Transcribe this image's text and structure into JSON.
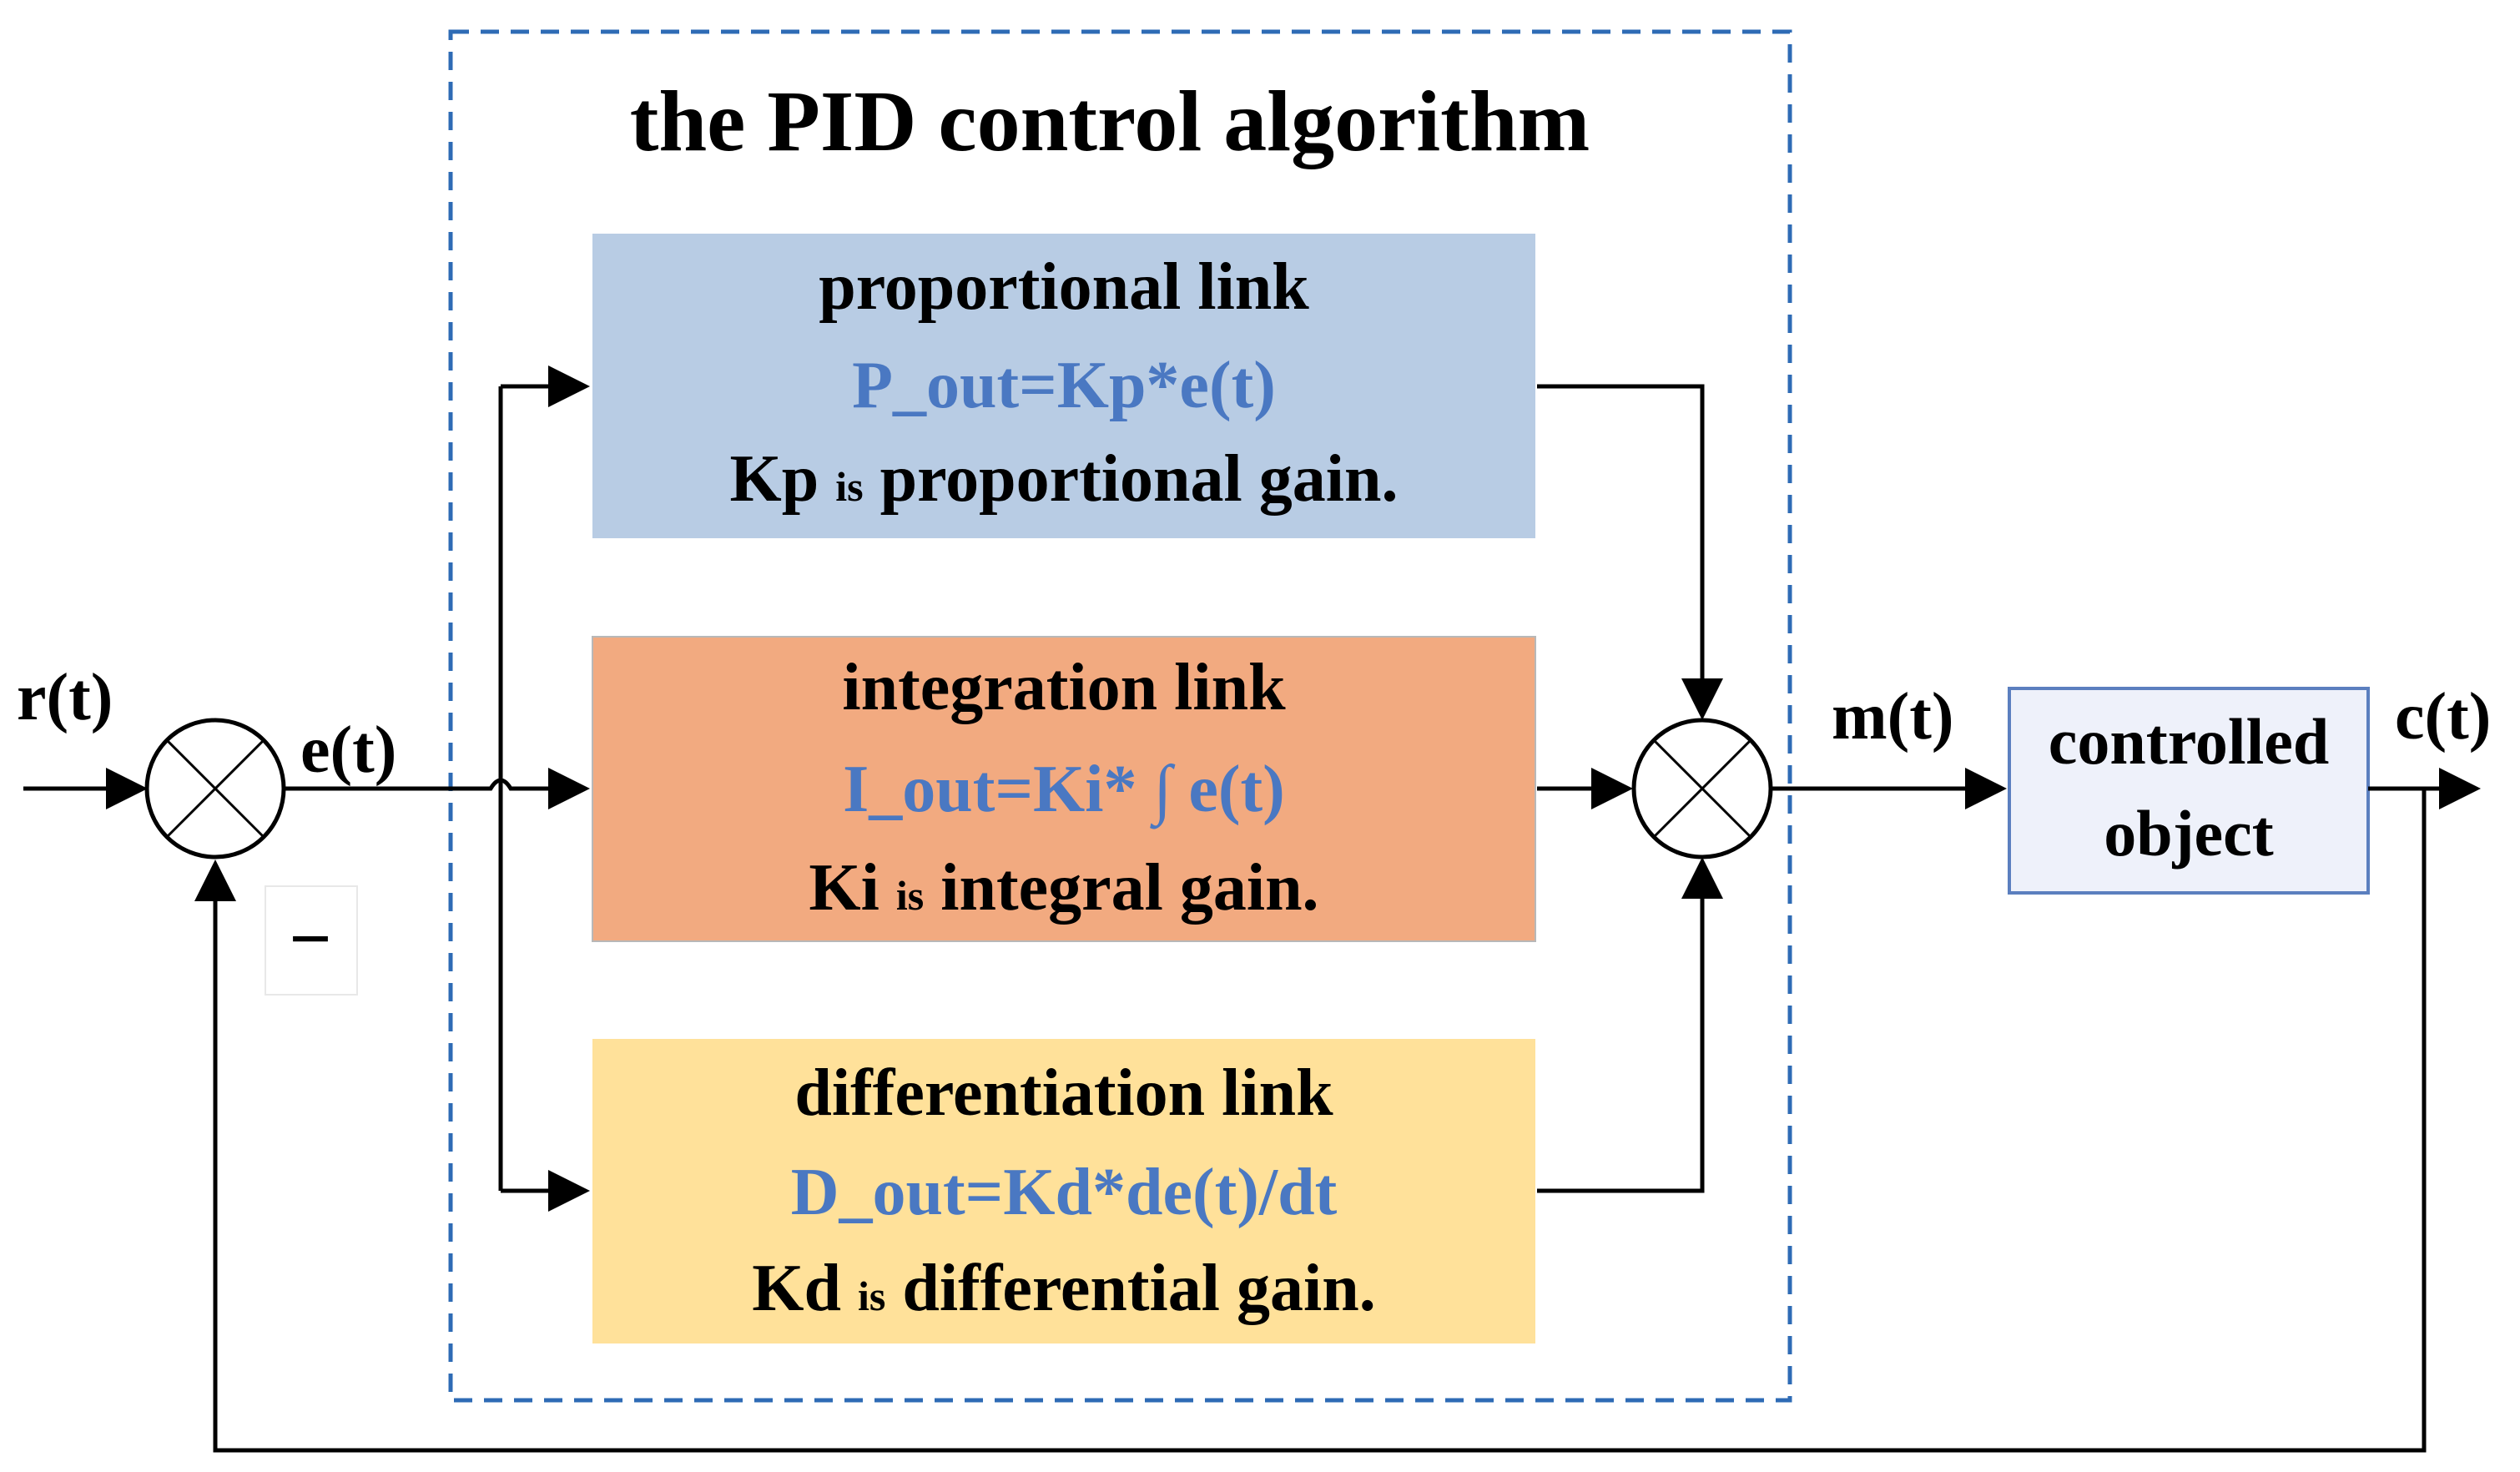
{
  "title": "the PID control algorithm",
  "colors": {
    "proportional_fill": "#B8CCE4",
    "integration_fill": "#F2AA80",
    "differentiation_fill": "#FFE19A",
    "formula_text": "#4A78C2",
    "dashed_border": "#2E6BB5",
    "plant_fill": "#EEF1FA",
    "plant_border": "#5B7FBF",
    "line": "#000000"
  },
  "signals": {
    "reference": "r(t)",
    "error": "e(t)",
    "manipulated": "m(t)",
    "output": "c(t)",
    "feedback_sign": "−"
  },
  "links": {
    "proportional": {
      "name": "proportional link",
      "formula": "P_out=Kp*e(t)",
      "gain_symbol": "Kp",
      "gain_is": "is",
      "gain_desc": "proportional gain."
    },
    "integration": {
      "name": "integration link",
      "formula": "I_out=Ki* ∫ e(t)",
      "gain_symbol": "Ki",
      "gain_is": "is",
      "gain_desc": "integral gain."
    },
    "differentiation": {
      "name": "differentiation link",
      "formula": "D_out=Kd*de(t)/dt",
      "gain_symbol": "Kd",
      "gain_is": "is",
      "gain_desc": "differential gain."
    }
  },
  "plant": {
    "line1": "controlled",
    "line2": "object"
  },
  "icons": {
    "input_summing_junction": "summing-junction-icon",
    "output_summing_junction": "summing-junction-icon"
  }
}
